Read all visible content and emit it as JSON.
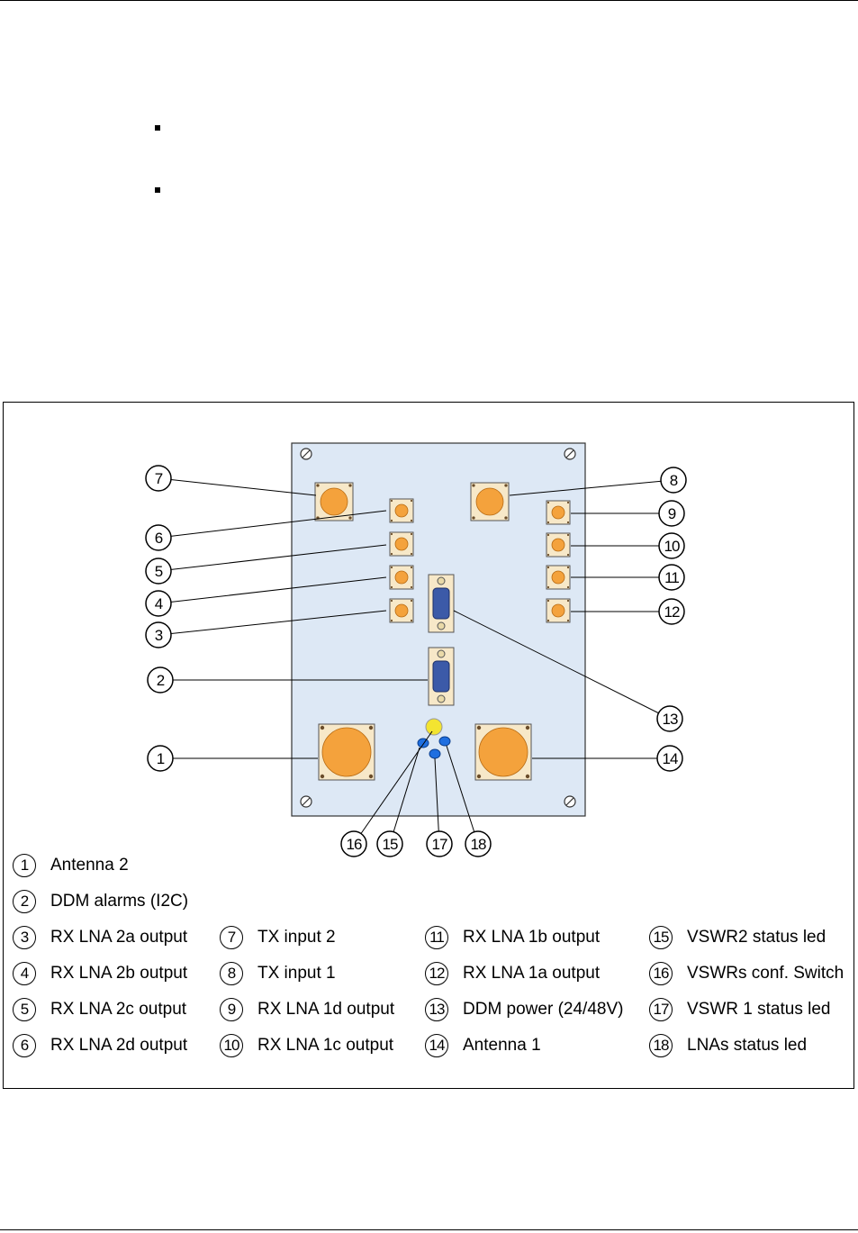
{
  "diagram": {
    "callouts": [
      "1",
      "2",
      "3",
      "4",
      "5",
      "6",
      "7",
      "8",
      "9",
      "10",
      "11",
      "12",
      "13",
      "14",
      "15",
      "16",
      "17",
      "18"
    ]
  },
  "legend": [
    {
      "num": "1",
      "label": "Antenna 2"
    },
    {
      "num": "2",
      "label": "DDM alarms (I2C)"
    },
    {
      "num": "3",
      "label": "RX LNA 2a output"
    },
    {
      "num": "4",
      "label": "RX LNA 2b output"
    },
    {
      "num": "5",
      "label": "RX LNA 2c output"
    },
    {
      "num": "6",
      "label": "RX LNA 2d output"
    },
    {
      "num": "7",
      "label": "TX input 2"
    },
    {
      "num": "8",
      "label": "TX input 1"
    },
    {
      "num": "9",
      "label": "RX LNA 1d output"
    },
    {
      "num": "10",
      "label": "RX LNA 1c output"
    },
    {
      "num": "11",
      "label": "RX LNA 1b output"
    },
    {
      "num": "12",
      "label": "RX LNA 1a output"
    },
    {
      "num": "13",
      "label": "DDM power (24/48V)"
    },
    {
      "num": "14",
      "label": "Antenna 1"
    },
    {
      "num": "15",
      "label": "VSWR2 status led"
    },
    {
      "num": "16",
      "label": "VSWRs conf. Switch"
    },
    {
      "num": "17",
      "label": "VSWR 1 status led"
    },
    {
      "num": "18",
      "label": "LNAs status led"
    }
  ],
  "colors": {
    "panel": "#dde8f5",
    "connector_body": "#f7e8c8",
    "connector_core": "#f4a23c",
    "dsub_shell": "#3c5aa8",
    "led_yellow": "#f3e430",
    "led_blue": "#1f6fe0"
  }
}
